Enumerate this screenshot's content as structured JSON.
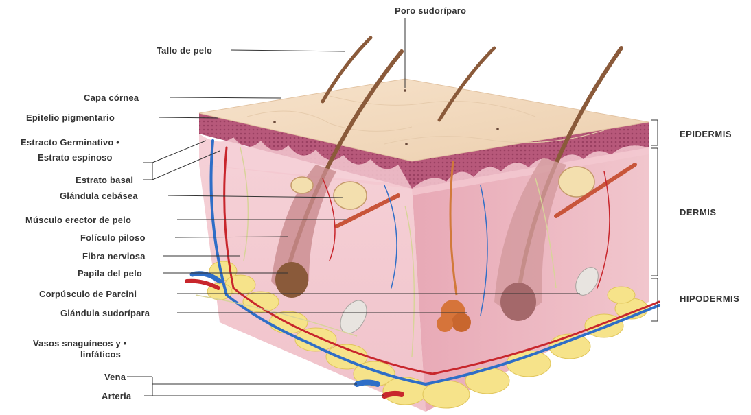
{
  "colors": {
    "epidermis_top": "#f4dcc0",
    "epidermis_layer": "#b85a78",
    "dermis": "#f2c4cc",
    "dermis_side": "#e8a8b4",
    "fat": "#f6e38a",
    "vein": "#2f6ec7",
    "artery": "#c8262c",
    "hair": "#8a5a3a",
    "nerve": "#d8d39a"
  },
  "labels": {
    "poro": "Poro sudoríparo",
    "tallo": "Tallo de pelo",
    "capa_cornea": "Capa córnea",
    "epitelio": "Epitelio pigmentario",
    "germinativo": "Estracto Germinativo •",
    "espinoso": "Estrato espinoso",
    "basal": "Estrato basal",
    "cebasea": "Glándula cebásea",
    "musculo": "Músculo erector de pelo",
    "foliculo": "Folículo piloso",
    "fibra": "Fibra nerviosa",
    "papila": "Papila del pelo",
    "corpusculo": "Corpúsculo de Parcini",
    "sudoripara": "Glándula sudorípara",
    "vasos_1": "Vasos snaguíneos y •",
    "vasos_2": "linfáticos",
    "vena": "Vena",
    "arteria": "Arteria"
  },
  "layers": {
    "epidermis": "EPIDERMIS",
    "dermis": "DERMIS",
    "hipodermis": "HIPODERMIS"
  }
}
